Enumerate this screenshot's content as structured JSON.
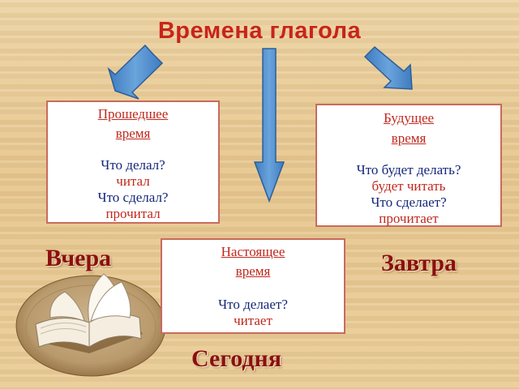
{
  "title": "Времена глагола",
  "past": {
    "title_line1": "Прошедшее",
    "title_line2": "время",
    "question1": "Что делал?",
    "answer1": "читал",
    "question2": "Что сделал?",
    "answer2": "прочитал"
  },
  "future": {
    "title_line1": "Будущее",
    "title_line2": "время",
    "question1": "Что будет делать?",
    "answer1": "будет читать",
    "question2": "Что сделает?",
    "answer2": "прочитает"
  },
  "present": {
    "title_line1": "Настоящее",
    "title_line2": "время",
    "question1": "Что делает?",
    "answer1": "читает"
  },
  "labels": {
    "yesterday": "Вчера",
    "tomorrow": "Завтра",
    "today": "Сегодня"
  },
  "colors": {
    "title": "#c8241a",
    "question": "#14277a",
    "answer": "#c0281d",
    "arrow": "#4a86c8",
    "time_label": "#8a1010"
  },
  "icons": [
    "arrow-left-down",
    "arrow-down",
    "arrow-right-down",
    "open-book"
  ]
}
